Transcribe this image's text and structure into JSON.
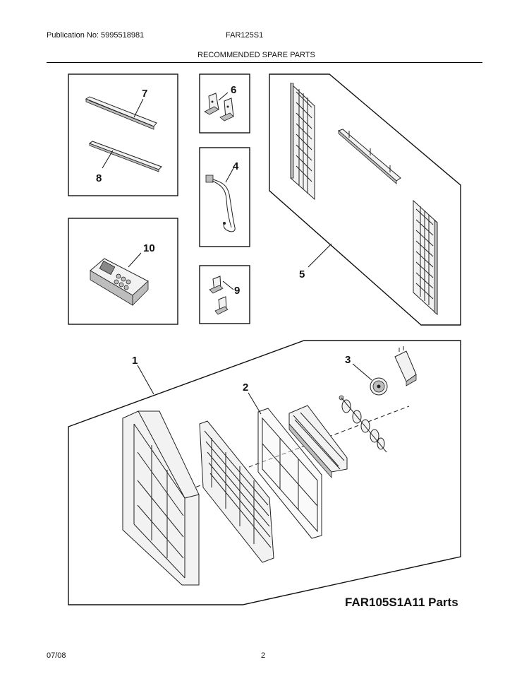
{
  "header": {
    "publication": "Publication No: 5995518981",
    "model": "FAR125S1",
    "section_title": "RECOMMENDED SPARE PARTS"
  },
  "callouts": {
    "c1": "1",
    "c2": "2",
    "c3": "3",
    "c4": "4",
    "c5": "5",
    "c6": "6",
    "c7": "7",
    "c8": "8",
    "c9": "9",
    "c10": "10"
  },
  "caption": "FAR105S1A11 Parts",
  "footer": {
    "date": "07/08",
    "page": "2"
  }
}
